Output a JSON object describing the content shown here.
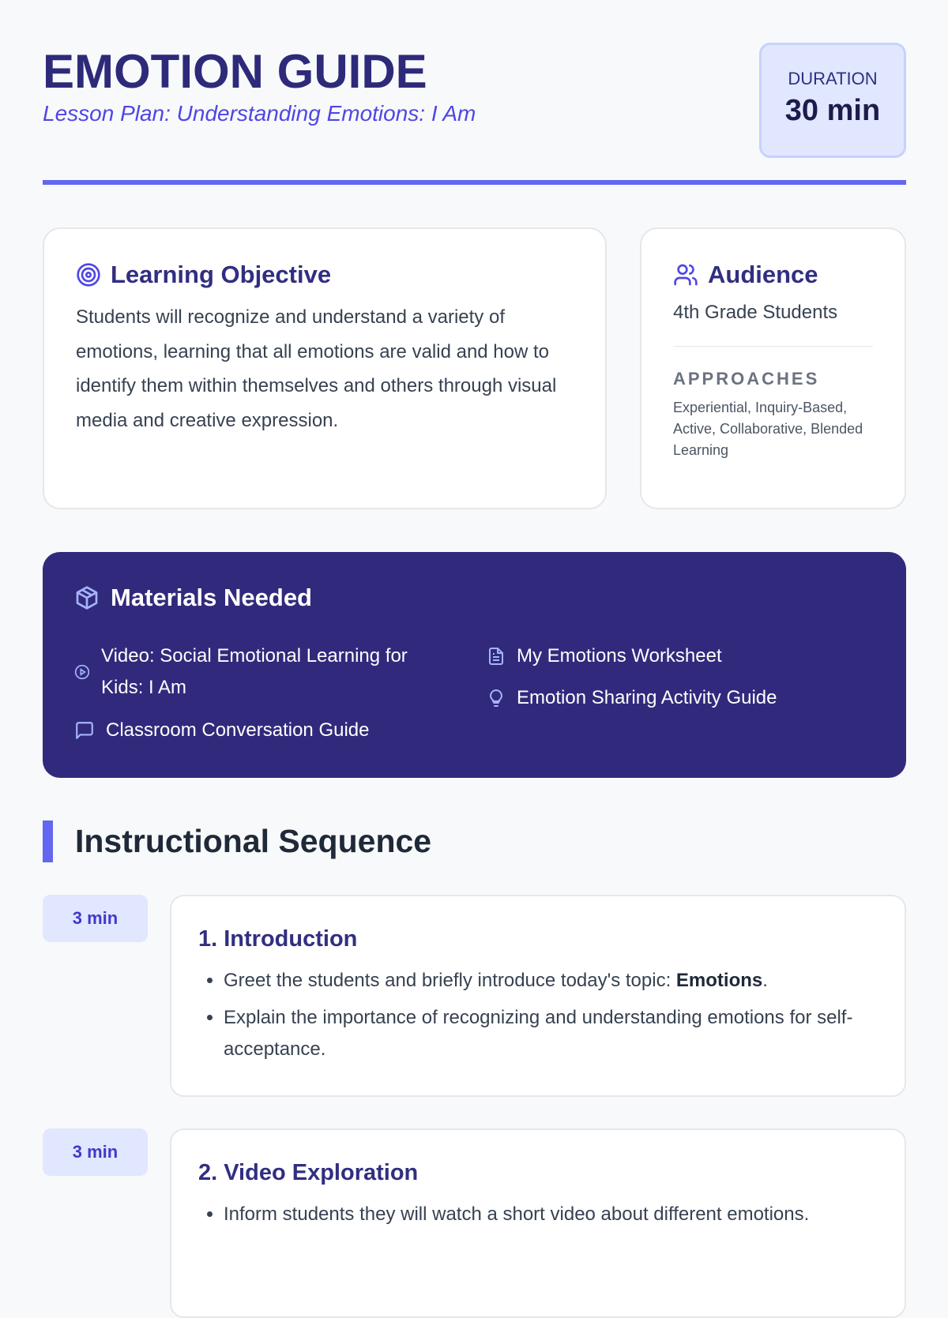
{
  "header": {
    "title": "EMOTION GUIDE",
    "subtitle": "Lesson Plan: Understanding Emotions: I Am",
    "duration_label": "DURATION",
    "duration_value": "30 min"
  },
  "objective": {
    "icon": "target-icon",
    "heading": "Learning Objective",
    "text": "Students will recognize and understand a variety of emotions, learning that all emotions are valid and how to identify them within themselves and others through visual media and creative expression."
  },
  "audience": {
    "icon": "users-icon",
    "heading": "Audience",
    "grade": "4th Grade Students",
    "approaches_label": "APPROACHES",
    "approaches": "Experiential, Inquiry-Based, Active, Collaborative, Blended Learning"
  },
  "materials": {
    "icon": "package-icon",
    "heading": "Materials Needed",
    "items": [
      {
        "icon": "play-circle-icon",
        "label": "Video: Social Emotional Learning for Kids: I Am"
      },
      {
        "icon": "message-square-icon",
        "label": "Classroom Conversation Guide"
      },
      {
        "icon": "file-text-icon",
        "label": "My Emotions Worksheet"
      },
      {
        "icon": "lightbulb-icon",
        "label": "Emotion Sharing Activity Guide"
      }
    ]
  },
  "sequence": {
    "heading": "Instructional Sequence",
    "steps": [
      {
        "time": "3 min",
        "title": "1. Introduction",
        "bullets": [
          {
            "pre": "Greet the students and briefly introduce today's topic: ",
            "bold": "Emotions",
            "post": "."
          },
          {
            "pre": "Explain the importance of recognizing and understanding emotions for self-acceptance."
          }
        ]
      },
      {
        "time": "3 min",
        "title": "2. Video Exploration",
        "bullets": [
          {
            "pre": "Inform students they will watch a short video about different emotions."
          }
        ]
      }
    ]
  }
}
